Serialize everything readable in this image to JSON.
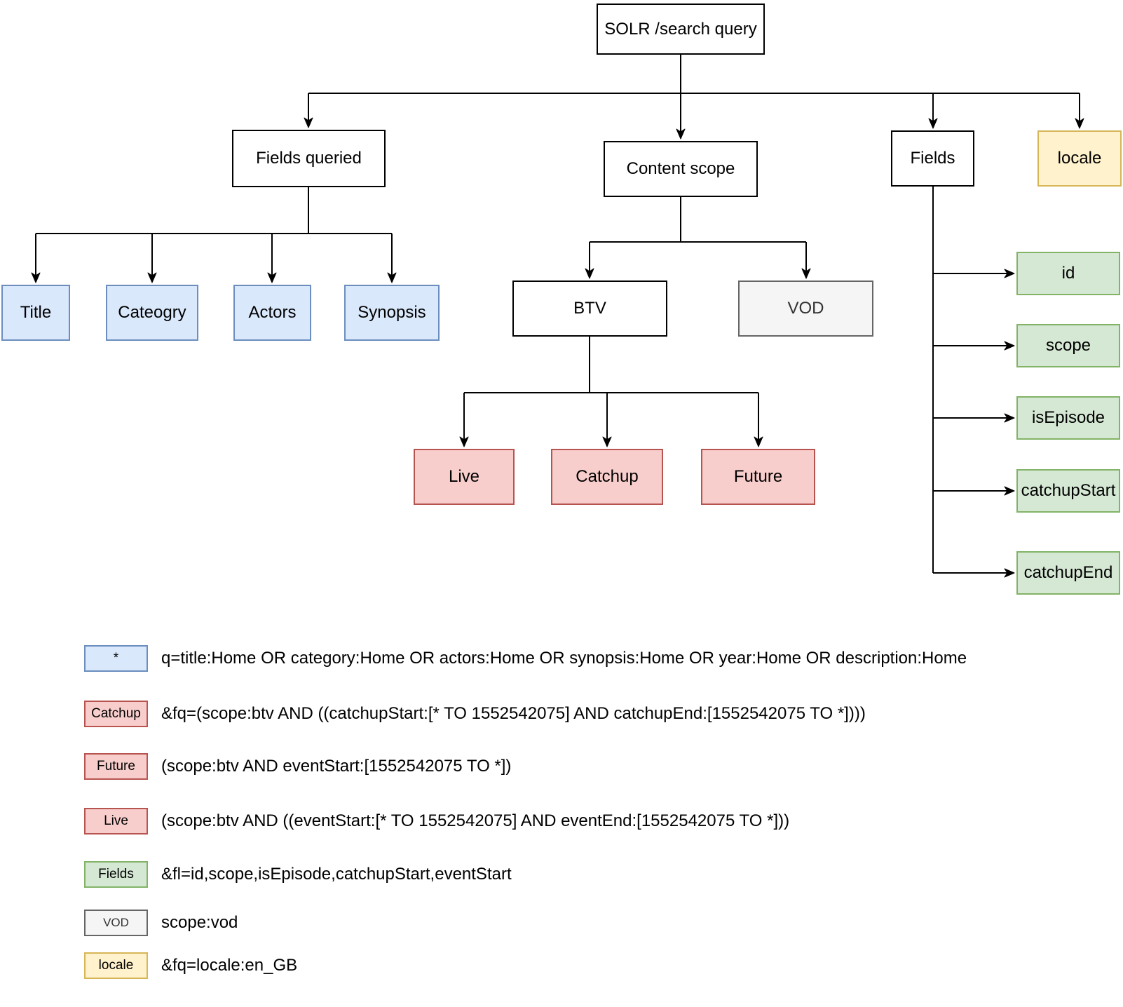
{
  "nodes": {
    "root": "SOLR /search query",
    "fields_queried": "Fields queried",
    "content_scope": "Content scope",
    "fields": "Fields",
    "locale": "locale",
    "title": "Title",
    "cateogry": "Cateogry",
    "actors": "Actors",
    "synopsis": "Synopsis",
    "btv": "BTV",
    "vod": "VOD",
    "live": "Live",
    "catchup": "Catchup",
    "future": "Future",
    "id": "id",
    "scope": "scope",
    "is_episode": "isEpisode",
    "catchup_start": "catchupStart",
    "catchup_end": "catchupEnd"
  },
  "legend": {
    "rows": [
      {
        "swatch_label": "*",
        "swatch_fill": "#dae8fc",
        "swatch_border": "#6c8ebf",
        "text": "q=title:Home OR category:Home OR actors:Home OR synopsis:Home OR year:Home OR description:Home"
      },
      {
        "swatch_label": "Catchup",
        "swatch_fill": "#f8cecc",
        "swatch_border": "#b85450",
        "text": "&fq=(scope:btv AND ((catchupStart:[* TO 1552542075] AND catchupEnd:[1552542075 TO *])))"
      },
      {
        "swatch_label": "Future",
        "swatch_fill": "#f8cecc",
        "swatch_border": "#b85450",
        "text": "(scope:btv AND eventStart:[1552542075 TO *])"
      },
      {
        "swatch_label": "Live",
        "swatch_fill": "#f8cecc",
        "swatch_border": "#b85450",
        "text": "(scope:btv AND ((eventStart:[* TO 1552542075] AND eventEnd:[1552542075 TO *]))"
      },
      {
        "swatch_label": "Fields",
        "swatch_fill": "#d5e8d4",
        "swatch_border": "#82b366",
        "text": "&fl=id,scope,isEpisode,catchupStart,eventStart"
      },
      {
        "swatch_label": "VOD",
        "swatch_fill": "#f5f5f5",
        "swatch_border": "#666666",
        "text": "scope:vod"
      },
      {
        "swatch_label": "locale",
        "swatch_fill": "#fff2cc",
        "swatch_border": "#d6b656",
        "text": "&fq=locale:en_GB"
      }
    ]
  },
  "colors": {
    "blue_fill": "#dae8fc",
    "blue_border": "#6c8ebf",
    "red_fill": "#f8cecc",
    "red_border": "#b85450",
    "green_fill": "#d5e8d4",
    "green_border": "#82b366",
    "yellow_fill": "#fff2cc",
    "yellow_border": "#d6b656",
    "gray_fill": "#f5f5f5",
    "gray_border": "#666666",
    "line": "#000000"
  }
}
